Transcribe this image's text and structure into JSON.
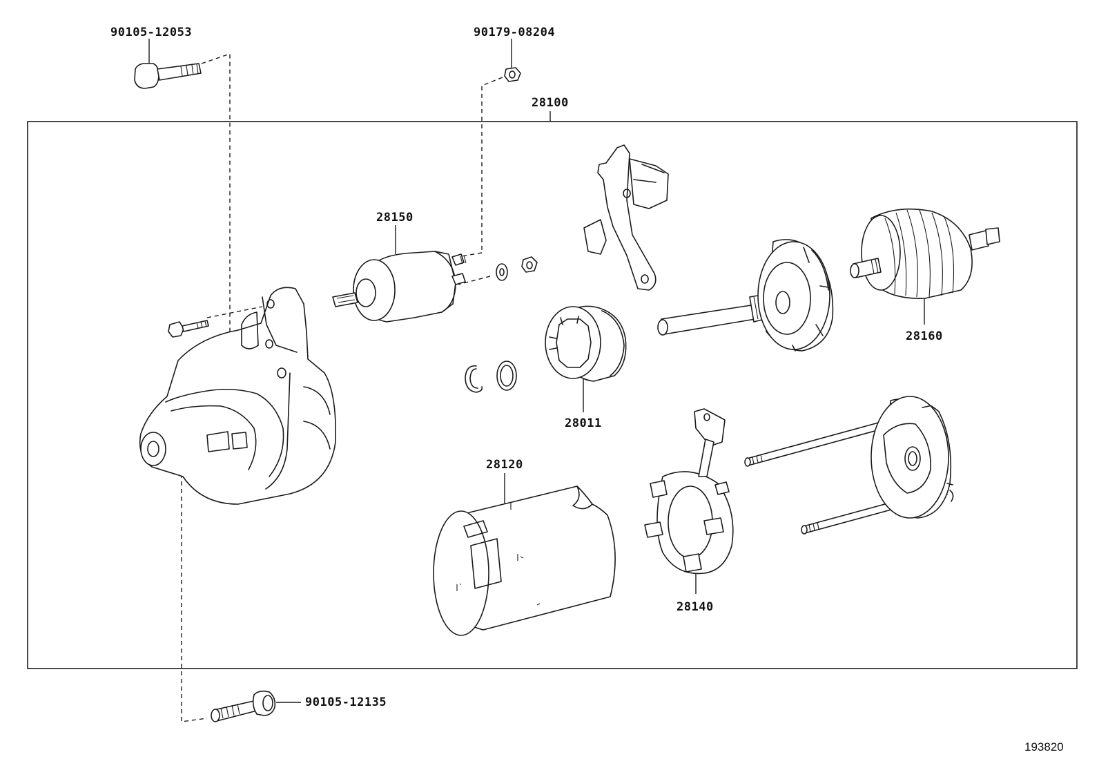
{
  "labels": {
    "bolt_top": "90105-12053",
    "nut_top": "90179-08204",
    "starter_assy": "28100",
    "solenoid": "28150",
    "clutch": "28011",
    "armature": "28160",
    "yoke": "28120",
    "brush_holder": "28140",
    "bolt_bottom": "90105-12135"
  },
  "diagram_ref": "193820"
}
